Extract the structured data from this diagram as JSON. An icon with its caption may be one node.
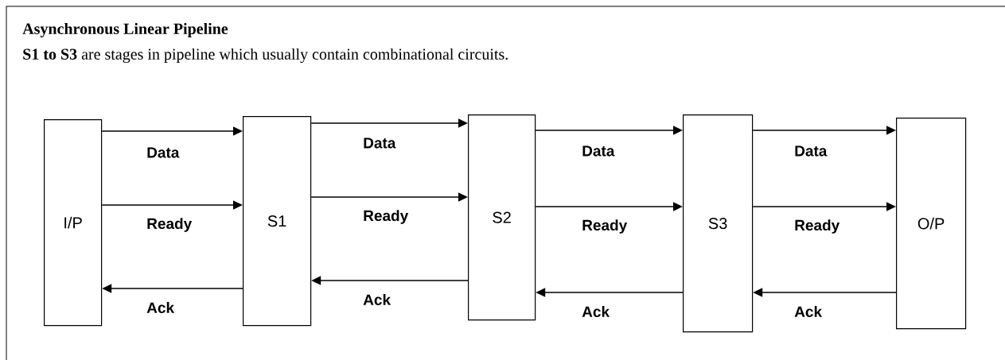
{
  "diagram": {
    "title": "Asynchronous Linear Pipeline",
    "nodes": [
      {
        "text": [
          "I/P"
        ]
      },
      {
        "text": [
          "S1"
        ]
      },
      {
        "text": [
          "S2"
        ]
      },
      {
        "text": [
          "S3"
        ]
      },
      {
        "text": [
          "O/P"
        ]
      }
    ],
    "edges": [
      {
        "from": 0,
        "to": 1,
        "arrow": "to",
        "label": "Data"
      },
      {
        "from": 0,
        "to": 1,
        "arrow": "to",
        "label": "Ready"
      },
      {
        "from": 1,
        "to": 0,
        "arrow": "to",
        "label": "Ack"
      },
      {
        "from": 1,
        "to": 2,
        "arrow": "to",
        "label": "Data"
      },
      {
        "from": 1,
        "to": 2,
        "arrow": "to",
        "label": "Ready"
      },
      {
        "from": 2,
        "to": 1,
        "arrow": "to",
        "label": "Ack"
      },
      {
        "from": 2,
        "to": 3,
        "arrow": "to",
        "label": "Data"
      },
      {
        "from": 2,
        "to": 3,
        "arrow": "to",
        "label": "Ready"
      },
      {
        "from": 3,
        "to": 2,
        "arrow": "to",
        "label": "Ack"
      },
      {
        "from": 3,
        "to": 4,
        "arrow": "to",
        "label": "Data"
      },
      {
        "from": 3,
        "to": 4,
        "arrow": "to",
        "label": "Ready"
      },
      {
        "from": 4,
        "to": 3,
        "arrow": "to",
        "label": "Ack"
      }
    ],
    "labels": [
      "**S1 to S3** are stages in pipeline which usually contain combinational circuits."
    ]
  }
}
